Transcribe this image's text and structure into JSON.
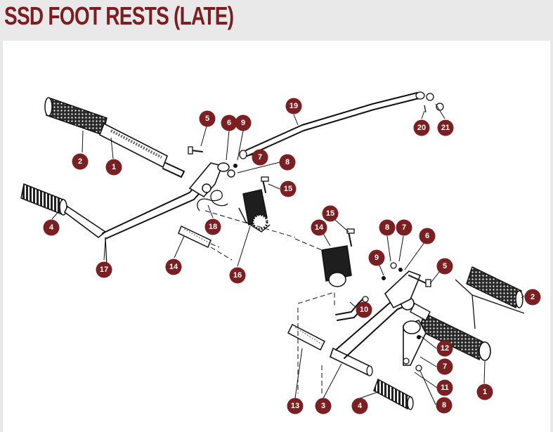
{
  "page": {
    "title": "SSD FOOT RESTS (LATE)"
  },
  "diagram": {
    "callouts": [
      {
        "label": "2"
      },
      {
        "label": "1"
      },
      {
        "label": "4"
      },
      {
        "label": "17"
      },
      {
        "label": "5"
      },
      {
        "label": "6"
      },
      {
        "label": "9"
      },
      {
        "label": "7"
      },
      {
        "label": "8"
      },
      {
        "label": "15"
      },
      {
        "label": "18"
      },
      {
        "label": "14"
      },
      {
        "label": "16"
      },
      {
        "label": "19"
      },
      {
        "label": "20"
      },
      {
        "label": "21"
      },
      {
        "label": "15"
      },
      {
        "label": "14"
      },
      {
        "label": "8"
      },
      {
        "label": "7"
      },
      {
        "label": "6"
      },
      {
        "label": "9"
      },
      {
        "label": "5"
      },
      {
        "label": "2"
      },
      {
        "label": "10"
      },
      {
        "label": "12"
      },
      {
        "label": "7"
      },
      {
        "label": "11"
      },
      {
        "label": "1"
      },
      {
        "label": "8"
      },
      {
        "label": "13"
      },
      {
        "label": "3"
      },
      {
        "label": "4"
      }
    ]
  }
}
